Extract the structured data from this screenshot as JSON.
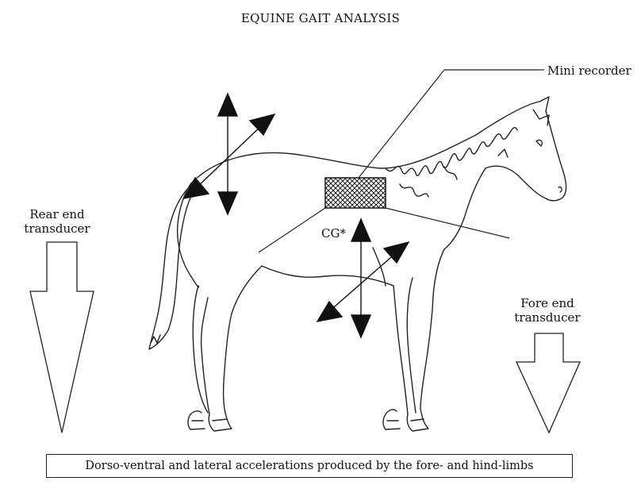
{
  "title": "EQUINE GAIT ANALYSIS",
  "labels": {
    "mini_recorder": "Mini recorder",
    "rear_transducer_line1": "Rear end",
    "rear_transducer_line2": "transducer",
    "fore_transducer_line1": "Fore end",
    "fore_transducer_line2": "transducer",
    "center_of_gravity": "CG*"
  },
  "caption": "Dorso-ventral and lateral accelerations produced by the fore- and hind-limbs"
}
